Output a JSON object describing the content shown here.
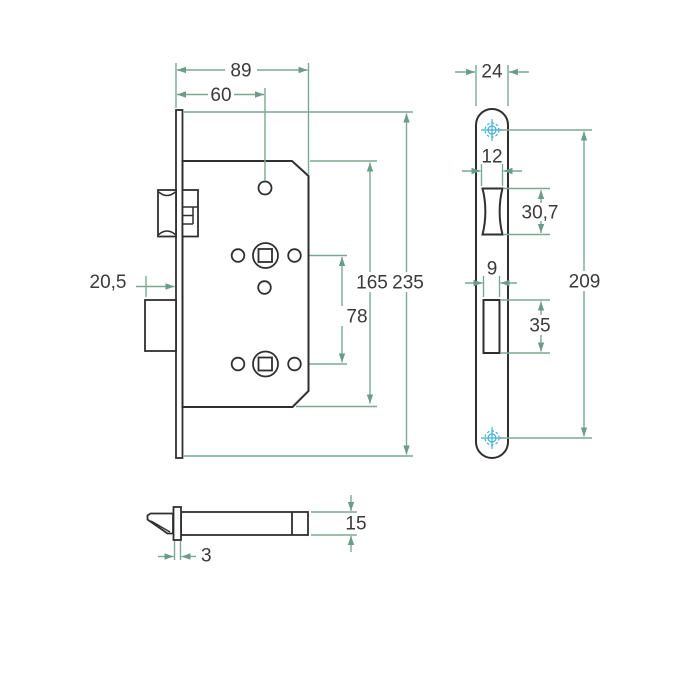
{
  "drawing_title": "Mortise bathroom lock dimensional drawing",
  "colors": {
    "outline": "#2f2f2f",
    "dimension_line": "#7aa894",
    "arrow": "#6b9c8a",
    "screw_mark": "#3fb0d5",
    "label_text": "#3a3a3a",
    "background": "#ffffff"
  },
  "views": {
    "front": {
      "dims": {
        "case_depth": "89",
        "backset": "60",
        "bolt_throw": "20,5",
        "case_height": "165",
        "total_height": "235",
        "follower_spacing": "78"
      }
    },
    "faceplate": {
      "dims": {
        "plate_width": "24",
        "latch_cutout_width": "12",
        "latch_cutout_height": "30,7",
        "bolt_cutout_width": "9",
        "bolt_cutout_height": "35",
        "screw_hole_spacing": "209"
      }
    },
    "side": {
      "dims": {
        "case_thickness": "15",
        "plate_thickness": "3"
      }
    }
  }
}
